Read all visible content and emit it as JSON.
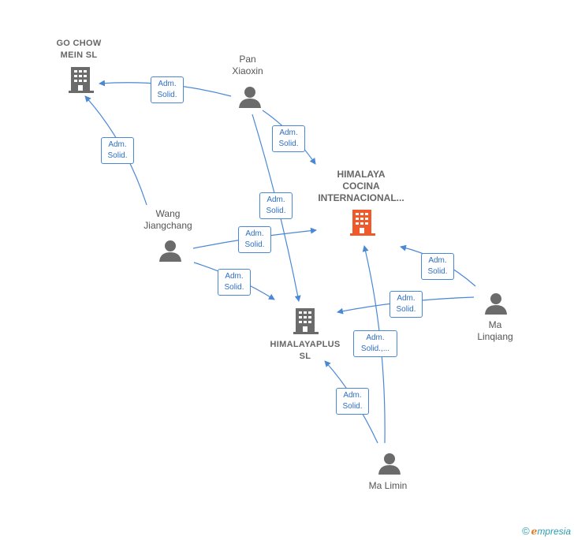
{
  "nodes": {
    "go_chow": {
      "label_line1": "GO CHOW",
      "label_line2": "MEIN  SL"
    },
    "pan": {
      "label_line1": "Pan",
      "label_line2": "Xiaoxin"
    },
    "himalaya": {
      "label_line1": "HIMALAYA",
      "label_line2": "COCINA",
      "label_line3": "INTERNACIONAL..."
    },
    "wang": {
      "label_line1": "Wang",
      "label_line2": "Jiangchang"
    },
    "himalayaplus": {
      "label_line1": "HIMALAYAPLUS",
      "label_line2": "SL"
    },
    "ma_linqiang": {
      "label_line1": "Ma",
      "label_line2": "Linqiang"
    },
    "ma_limin": {
      "label_line1": "Ma Limin"
    }
  },
  "edges": [
    {
      "line1": "Adm.",
      "line2": "Solid."
    },
    {
      "line1": "Adm.",
      "line2": "Solid."
    },
    {
      "line1": "Adm.",
      "line2": "Solid."
    },
    {
      "line1": "Adm.",
      "line2": "Solid."
    },
    {
      "line1": "Adm.",
      "line2": "Solid."
    },
    {
      "line1": "Adm.",
      "line2": "Solid."
    },
    {
      "line1": "Adm.",
      "line2": "Solid."
    },
    {
      "line1": "Adm.",
      "line2": "Solid."
    },
    {
      "line1": "Adm.",
      "line2": "Solid.,..."
    },
    {
      "line1": "Adm.",
      "line2": "Solid."
    }
  ],
  "brand": {
    "copyright": "©",
    "e": "e",
    "rest": "mpresia"
  },
  "colors": {
    "edge": "#4a88d6",
    "company_icon": "#6b6b6b",
    "highlight_icon": "#f05a2a",
    "person_icon": "#6b6b6b"
  }
}
